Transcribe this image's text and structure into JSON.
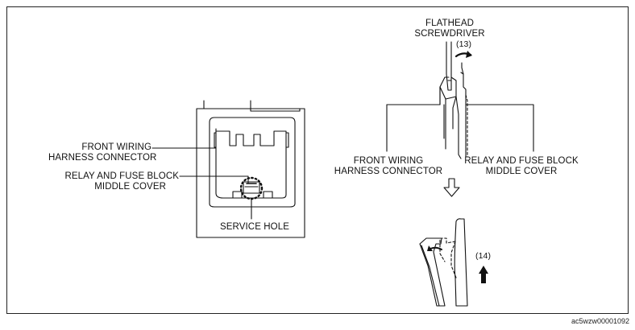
{
  "left_view": {
    "label_front_wiring_line1": "FRONT WIRING",
    "label_front_wiring_line2": "HARNESS CONNECTOR",
    "label_relay_line1": "RELAY AND FUSE BLOCK",
    "label_relay_line2": "MIDDLE COVER",
    "label_service_hole": "SERVICE HOLE"
  },
  "right_view": {
    "label_tool_line1": "FLATHEAD",
    "label_tool_line2": "SCREWDRIVER",
    "step_13": "(13)",
    "label_front_wiring_line1": "FRONT WIRING",
    "label_front_wiring_line2": "HARNESS CONNECTOR",
    "label_relay_line1": "RELAY AND FUSE BLOCK",
    "label_relay_line2": "MIDDLE COVER",
    "step_14": "(14)"
  },
  "figure_ref": "ac5wzw00001092"
}
